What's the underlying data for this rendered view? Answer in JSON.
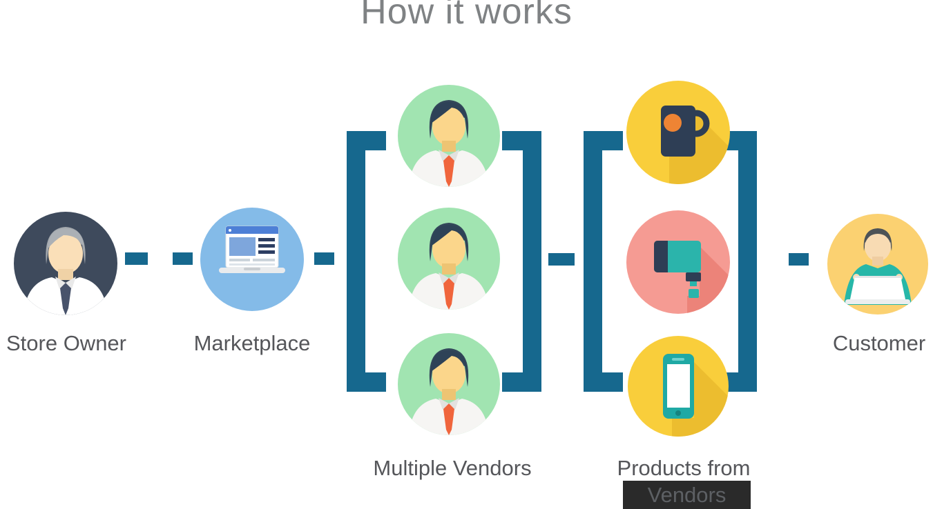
{
  "title": "How it works",
  "nodes": {
    "store_owner": {
      "label": "Store Owner"
    },
    "marketplace": {
      "label": "Marketplace"
    },
    "vendors": {
      "label": "Multiple Vendors",
      "count": 3
    },
    "products": {
      "label_line1": "Products from",
      "label_line2": "Vendors",
      "items": [
        "coffee-mug",
        "3d-printer",
        "smartphone"
      ]
    },
    "customer": {
      "label": "Customer"
    }
  },
  "palette": {
    "connector_teal": "#16688e",
    "store_owner_bg": "#3e4a5c",
    "marketplace_bg": "#84bbe8",
    "vendor_bg": "#a1e4b1",
    "product_yellow": "#f9ce3b",
    "product_pink": "#f59b93",
    "customer_bg": "#fbd171",
    "title_text": "#7f8284",
    "label_text": "#55565a",
    "vendors_highlight_box": "#2a2a2a"
  }
}
